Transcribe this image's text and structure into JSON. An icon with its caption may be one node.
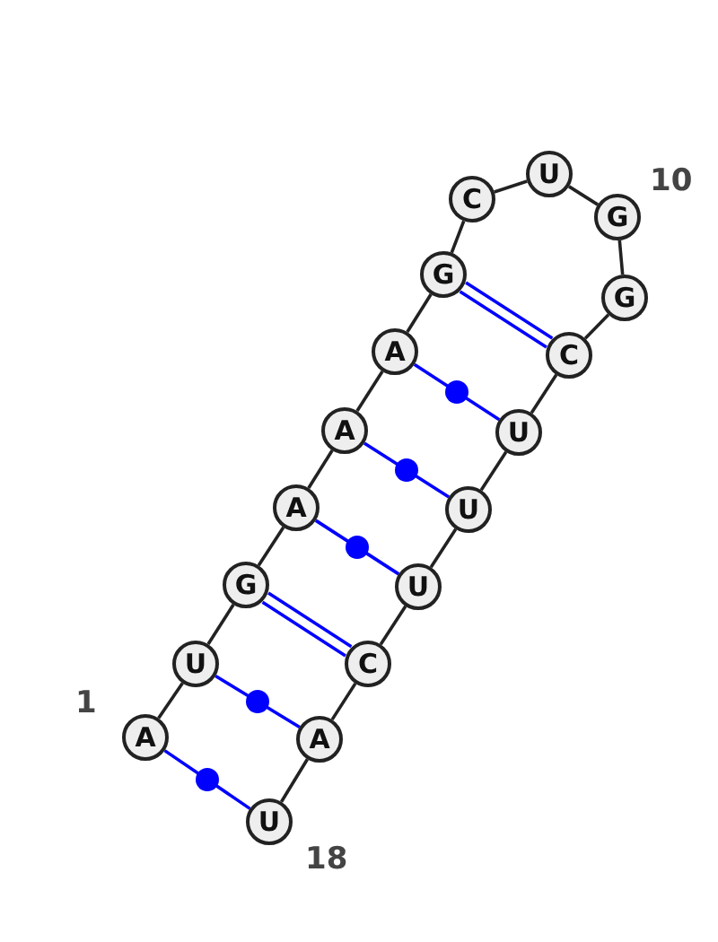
{
  "diagram": {
    "nodes": [
      {
        "text": [
          "A"
        ]
      },
      {
        "text": [
          "U"
        ]
      },
      {
        "text": [
          "G"
        ]
      },
      {
        "text": [
          "A"
        ]
      },
      {
        "text": [
          "A"
        ]
      },
      {
        "text": [
          "A"
        ]
      },
      {
        "text": [
          "G"
        ]
      },
      {
        "text": [
          "C"
        ]
      },
      {
        "text": [
          "U"
        ]
      },
      {
        "text": [
          "G"
        ]
      },
      {
        "text": [
          "G"
        ]
      },
      {
        "text": [
          "C"
        ]
      },
      {
        "text": [
          "U"
        ]
      },
      {
        "text": [
          "U"
        ]
      },
      {
        "text": [
          "U"
        ]
      },
      {
        "text": [
          "C"
        ]
      },
      {
        "text": [
          "A"
        ]
      },
      {
        "text": [
          "U"
        ]
      }
    ],
    "edges": [
      {
        "from": 0,
        "to": 1,
        "arrow": "none"
      },
      {
        "from": 1,
        "to": 2,
        "arrow": "none"
      },
      {
        "from": 2,
        "to": 3,
        "arrow": "none"
      },
      {
        "from": 3,
        "to": 4,
        "arrow": "none"
      },
      {
        "from": 4,
        "to": 5,
        "arrow": "none"
      },
      {
        "from": 5,
        "to": 6,
        "arrow": "none"
      },
      {
        "from": 6,
        "to": 7,
        "arrow": "none"
      },
      {
        "from": 7,
        "to": 8,
        "arrow": "none"
      },
      {
        "from": 8,
        "to": 9,
        "arrow": "none"
      },
      {
        "from": 9,
        "to": 10,
        "arrow": "none"
      },
      {
        "from": 10,
        "to": 11,
        "arrow": "none"
      },
      {
        "from": 11,
        "to": 12,
        "arrow": "none"
      },
      {
        "from": 12,
        "to": 13,
        "arrow": "none"
      },
      {
        "from": 13,
        "to": 14,
        "arrow": "none"
      },
      {
        "from": 14,
        "to": 15,
        "arrow": "none"
      },
      {
        "from": 15,
        "to": 16,
        "arrow": "none"
      },
      {
        "from": 16,
        "to": 17,
        "arrow": "none"
      },
      {
        "from": 0,
        "to": 17,
        "arrow": "none",
        "color": "#0000ff"
      },
      {
        "from": 1,
        "to": 16,
        "arrow": "none",
        "color": "#0000ff"
      },
      {
        "from": 2,
        "to": 15,
        "arrow": "none",
        "color": "#0000ff"
      },
      {
        "from": 3,
        "to": 14,
        "arrow": "none",
        "color": "#0000ff"
      },
      {
        "from": 4,
        "to": 13,
        "arrow": "none",
        "color": "#0000ff"
      },
      {
        "from": 5,
        "to": 12,
        "arrow": "none",
        "color": "#0000ff"
      },
      {
        "from": 6,
        "to": 11,
        "arrow": "none",
        "color": "#0000ff"
      }
    ],
    "labels": [
      "1",
      "10",
      "18"
    ]
  }
}
